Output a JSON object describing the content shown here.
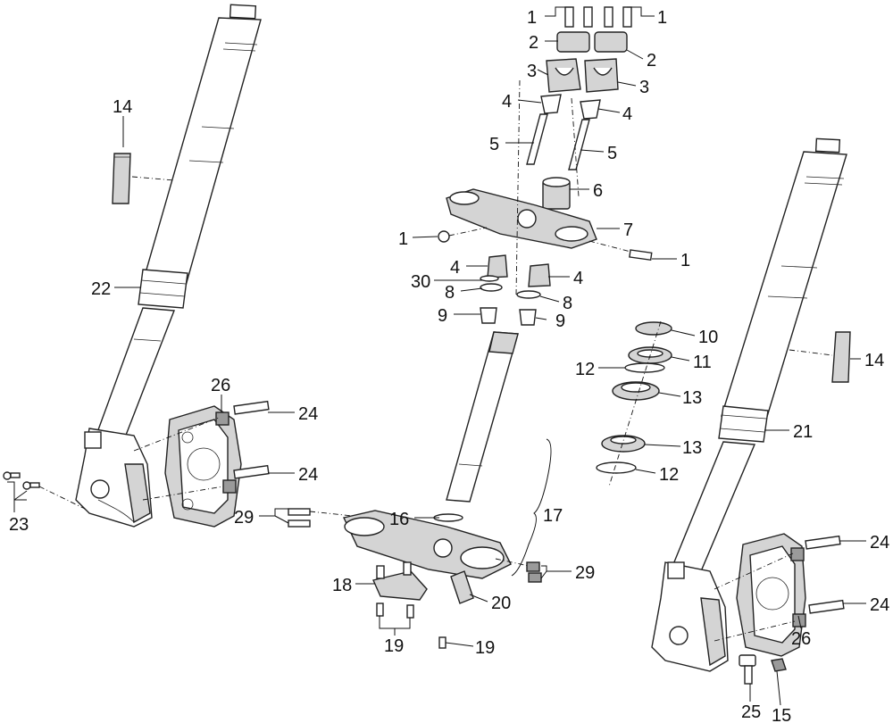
{
  "callouts": {
    "c1a": "1",
    "c1b": "1",
    "c1c": "1",
    "c1d": "1",
    "c2a": "2",
    "c2b": "2",
    "c3a": "3",
    "c3b": "3",
    "c4a": "4",
    "c4b": "4",
    "c4c": "4",
    "c4d": "4",
    "c5a": "5",
    "c5b": "5",
    "c6": "6",
    "c7": "7",
    "c8a": "8",
    "c8b": "8",
    "c9a": "9",
    "c9b": "9",
    "c10": "10",
    "c11": "11",
    "c12a": "12",
    "c12b": "12",
    "c13a": "13",
    "c13b": "13",
    "c14a": "14",
    "c14b": "14",
    "c15": "15",
    "c16": "16",
    "c17": "17",
    "c18": "18",
    "c19a": "19",
    "c19b": "19",
    "c20": "20",
    "c21": "21",
    "c22": "22",
    "c23": "23",
    "c24a": "24",
    "c24b": "24",
    "c24c": "24",
    "c24d": "24",
    "c25": "25",
    "c26a": "26",
    "c26b": "26",
    "c29a": "29",
    "c29b": "29",
    "c30": "30"
  }
}
